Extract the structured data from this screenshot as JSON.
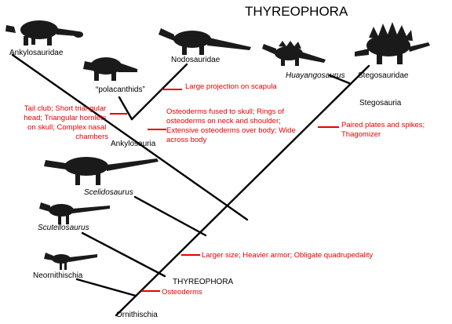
{
  "title": "THYREOPHORA",
  "taxa": {
    "ankylosauridae": "Ankylosauridae",
    "nodosauridae": "Nodosauridae",
    "polacanthids": "“polacanthids”",
    "huayangosaurus": "Huayangosaurus",
    "stegosauridae": "Stegosauridae",
    "stegosauria": "Stegosauria",
    "ankylosauria": "Ankylosauria",
    "scelidosaurus": "Scelidosaurus",
    "scutellosaurus": "Scutellosaurus",
    "neornithischia": "Neornithischia",
    "thyreophora": "THYREOPHORA",
    "ornithischia": "Ornithischia"
  },
  "characters": {
    "scapula": [
      "Large projection on scapula"
    ],
    "ankylosaur": [
      "Tail club; Short triangular",
      "head; Triangular hornlets",
      "on skull; Complex nasal",
      "chambers"
    ],
    "osteoderms_fused": [
      "Osteoderms fused to skull; Rings of",
      "osteoderms on neck and shoulder;",
      "Extensive osteoderms over body; Wide",
      "across body"
    ],
    "stegosaur": [
      "Paired plates and spikes;",
      "Thagomizer"
    ],
    "larger": [
      "Larger size; Heavier armor; Obligate quadrupedality"
    ],
    "osteoderms": [
      "Osteoderms"
    ]
  },
  "colors": {
    "line": "#000000",
    "character": "#e60000",
    "silhouette": "#1a1a1a"
  }
}
